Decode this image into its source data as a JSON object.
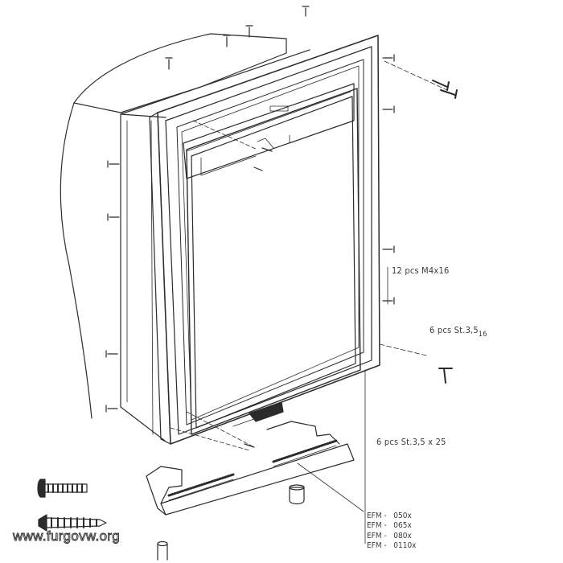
{
  "callouts": {
    "m4_screws": "12 pcs M4x16",
    "st_screws_short_main": "6 pcs St.3,5",
    "st_screws_short_sub": "16",
    "st_screws_long": "6 pcs St.3,5 x 25"
  },
  "models": [
    "EFM -   050x",
    "EFM -   065x",
    "EFM -   080x",
    "EFM -   0110x"
  ],
  "watermark": "www.furgovw.org",
  "colors": {
    "line": "#2b2b2b",
    "paper": "#ffffff"
  }
}
